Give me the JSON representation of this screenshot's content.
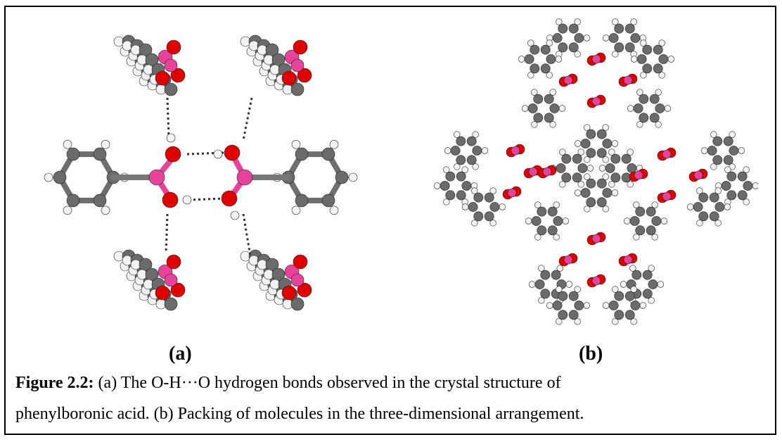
{
  "figure": {
    "label_a": "(a)",
    "label_b": "(b)",
    "caption_label": "Figure 2.2:",
    "caption_line1": " (a) The O-H···O hydrogen bonds observed in the crystal structure of",
    "caption_line2": "phenylboronic acid. (b) Packing of molecules in the three-dimensional arrangement."
  },
  "colors": {
    "carbon": "#6b6b6b",
    "hydrogen": "#f2f2f2",
    "oxygen": "#e00000",
    "boron": "#e8439a",
    "hbond": "#333333"
  }
}
